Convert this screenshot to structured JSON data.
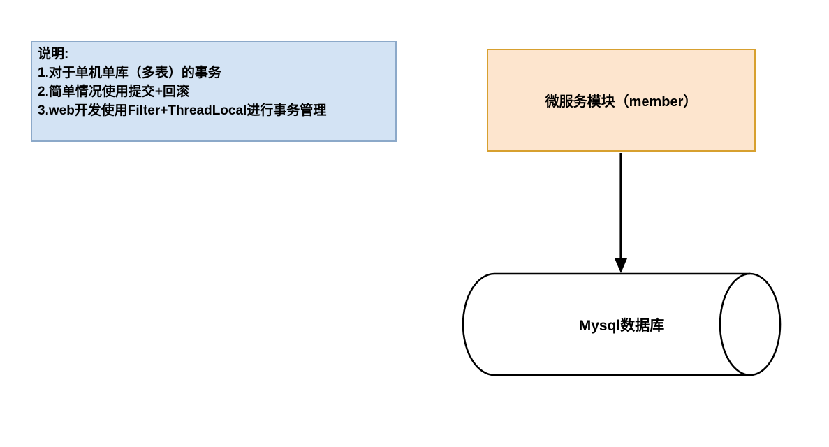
{
  "canvas": {
    "background": "#ffffff"
  },
  "note_box": {
    "lines": [
      "说明:",
      "1.对于单机单库（多表）的事务",
      "2.简单情况使用提交+回滚",
      "3.web开发使用Filter+ThreadLocal进行事务管理"
    ],
    "fill": "#d3e3f4",
    "border_color": "#8ca9c9"
  },
  "service_box": {
    "label": "微服务模块（member）",
    "fill": "#fde5ce",
    "border_color": "#d7a02f"
  },
  "connector": {
    "type": "arrow-down",
    "from": "service_box",
    "to": "database",
    "color": "#000000"
  },
  "database": {
    "label": "Mysql数据库",
    "shape": "horizontal-cylinder",
    "fill": "#ffffff",
    "stroke_color": "#000000"
  }
}
